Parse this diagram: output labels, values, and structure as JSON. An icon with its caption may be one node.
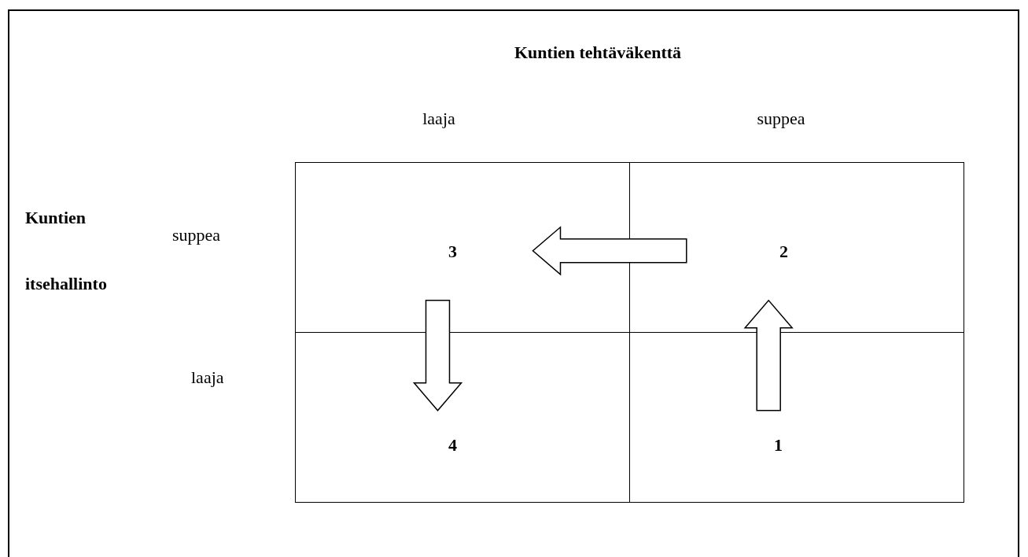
{
  "diagram": {
    "title": "Kuntien tehtäväkenttä",
    "nodes": [
      {
        "text": [
          "3"
        ]
      },
      {
        "text": [
          "2"
        ]
      },
      {
        "text": [
          "4"
        ]
      },
      {
        "text": [
          "1"
        ]
      }
    ],
    "edges": [
      {
        "from": 3,
        "to": 1,
        "arrow": "to"
      },
      {
        "from": 1,
        "to": 0,
        "arrow": "to"
      },
      {
        "from": 0,
        "to": 2,
        "arrow": "to"
      }
    ],
    "labels": [
      "laaja",
      "suppea",
      "Kuntien itsehallinto",
      "suppea",
      "laaja"
    ]
  }
}
